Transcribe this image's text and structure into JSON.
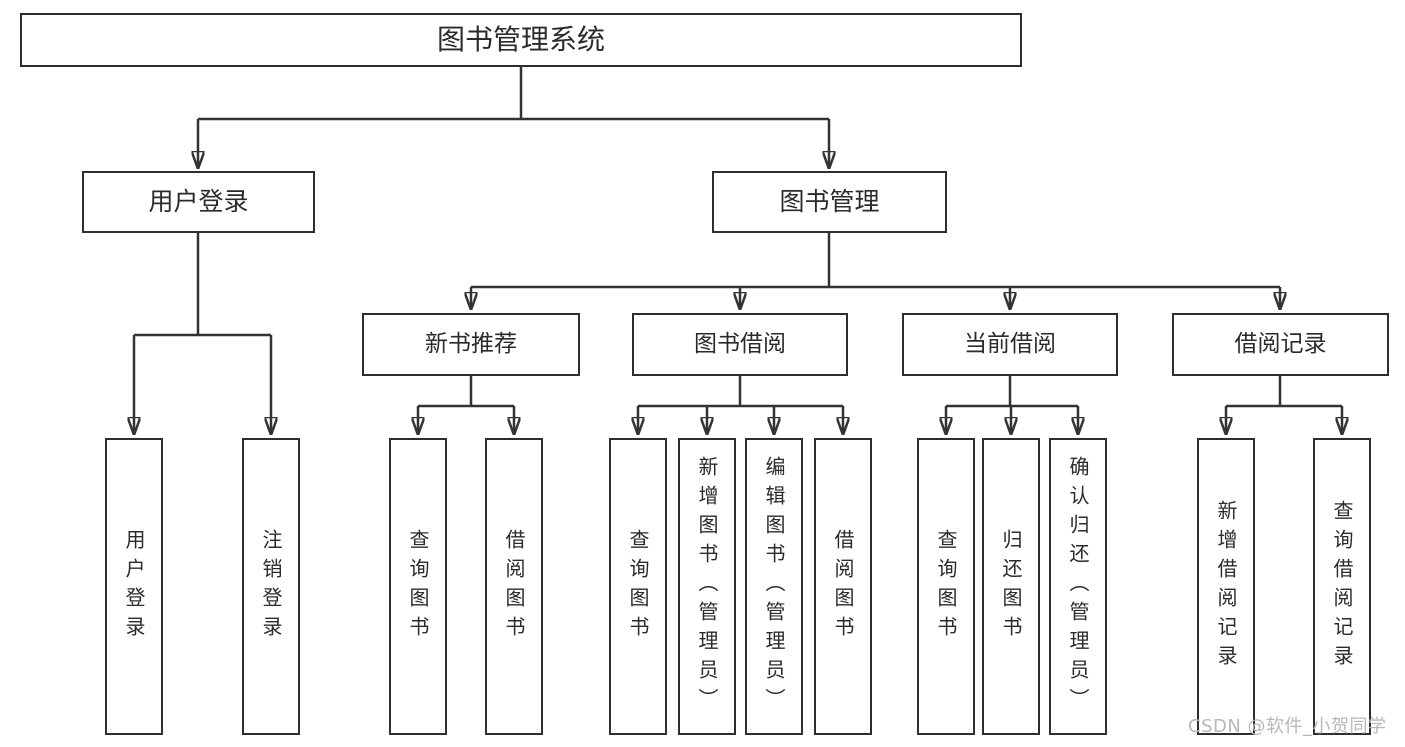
{
  "diagram": {
    "root": {
      "label": "图书管理系统"
    },
    "branches": [
      {
        "label": "用户登录",
        "children": [
          "用户登录",
          "注销登录"
        ]
      },
      {
        "label": "图书管理",
        "groups": [
          {
            "label": "新书推荐",
            "children": [
              "查询图书",
              "借阅图书"
            ]
          },
          {
            "label": "图书借阅",
            "children": [
              "查询图书",
              "新增图书（管理员）",
              "编辑图书（管理员）",
              "借阅图书"
            ]
          },
          {
            "label": "当前借阅",
            "children": [
              "查询图书",
              "归还图书",
              "确认归还（管理员）"
            ]
          },
          {
            "label": "借阅记录",
            "children": [
              "新增借阅记录",
              "查询借阅记录"
            ]
          }
        ]
      }
    ]
  },
  "watermark": {
    "text": "CSDN @软件_小贺同学"
  },
  "colors": {
    "line": "#333333",
    "box_border": "#2e2e2e",
    "box_fill": "#ffffff",
    "text": "#2b2b2b",
    "background": "#ffffff",
    "watermark": "#b5b9bd"
  }
}
